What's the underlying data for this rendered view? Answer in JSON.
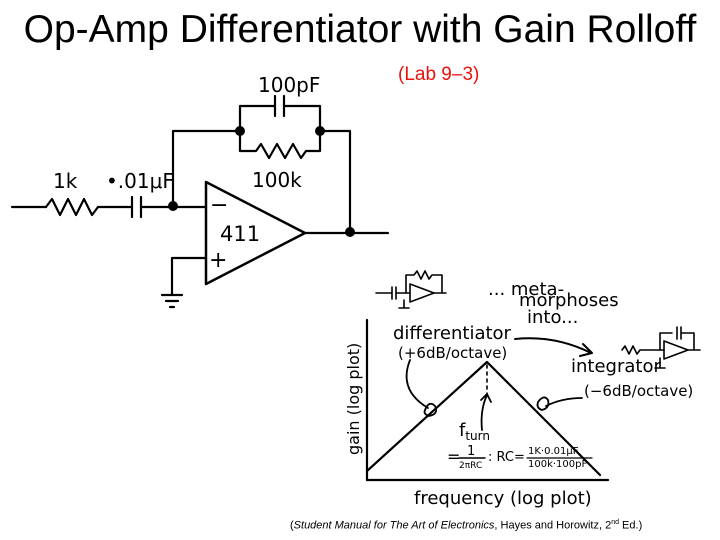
{
  "title": "Op-Amp Differentiator with Gain Rolloff",
  "subtitle": "(Lab 9–3)",
  "schematic": {
    "cap_feedback_label": "100pF",
    "res_feedback_label": "100k",
    "res_input_label": "1k",
    "cap_input_label": "•.01μF",
    "opamp_label": "411",
    "minus_sign": "−",
    "plus_sign": "+"
  },
  "graph": {
    "annotation_top": "... meta-",
    "annotation_mid": "morphoses",
    "annotation_bot": "into...",
    "diff_label": "differentiator",
    "diff_slope": "(+6dB/octave)",
    "int_label": "integrator",
    "int_slope": "(−6dB/octave)",
    "fturn_label": "f",
    "fturn_sub": "turn",
    "fturn_eq_lhs": "=",
    "fturn_eq_num": "1",
    "fturn_eq_den": "2πRC",
    "rc_label": ": RC=",
    "rc_val1": "1K·0.01μF",
    "rc_val2": "100k·100pF",
    "y_axis_label": "gain (log plot)",
    "x_axis_label": "frequency (log plot)"
  },
  "caption": {
    "open": "(",
    "book": "Student Manual for The Art of Electronics",
    "authors": ", Hayes and Horowitz, 2",
    "sup": "nd",
    "tail": " Ed.)"
  }
}
